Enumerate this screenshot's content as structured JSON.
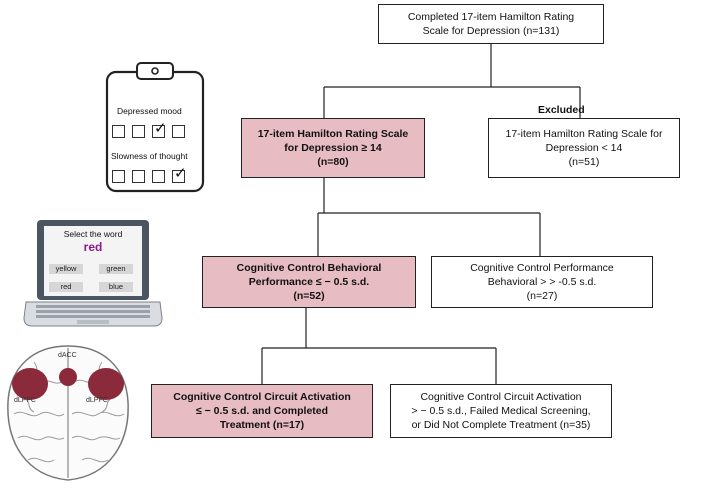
{
  "flow": {
    "top": "Completed 17-item Hamilton Rating Scale for Depression (n=131)",
    "step1": {
      "included": {
        "title": "17-item Hamilton Rating Scale for Depression ≥ 14",
        "n": "(n=80)"
      },
      "excluded_label": "Excluded",
      "excluded": {
        "title": "17-item Hamilton Rating Scale for Depression < 14",
        "n": "(n=51)"
      }
    },
    "step2": {
      "included": {
        "title": "Cognitive Control Behavioral Performance ≤ − 0.5 s.d.",
        "n": "(n=52)"
      },
      "excluded": {
        "title": "Cognitive Control Performance Behavioral > > -0.5 s.d.",
        "n": "(n=27)"
      }
    },
    "step3": {
      "included": {
        "line1": "Cognitive Control Circuit Activation",
        "line2": "≤ − 0.5 s.d. and Completed",
        "line3": "Treatment (n=17)"
      },
      "excluded": {
        "line1": "Cognitive Control Circuit Activation",
        "line2": "> − 0.5 s.d., Failed Medical Screening,",
        "line3": "or Did Not Complete Treatment (n=35)"
      }
    }
  },
  "illustrations": {
    "clipboard": {
      "item1": "Depressed mood",
      "item2": "Slowness of thought",
      "icon": "clipboard-icon"
    },
    "laptop": {
      "prompt": "Select the word",
      "word": "red",
      "options": [
        "yellow",
        "green",
        "red",
        "blue"
      ],
      "icon": "laptop-icon"
    },
    "brain": {
      "regions": [
        "dACC",
        "dLPFC",
        "dLPFC"
      ],
      "icon": "brain-icon"
    }
  },
  "colors": {
    "included_fill": "#e7bcc3",
    "excluded_fill": "#ffffff",
    "word_color": "#8b1a8b",
    "region_fill": "#8a2a3a"
  }
}
